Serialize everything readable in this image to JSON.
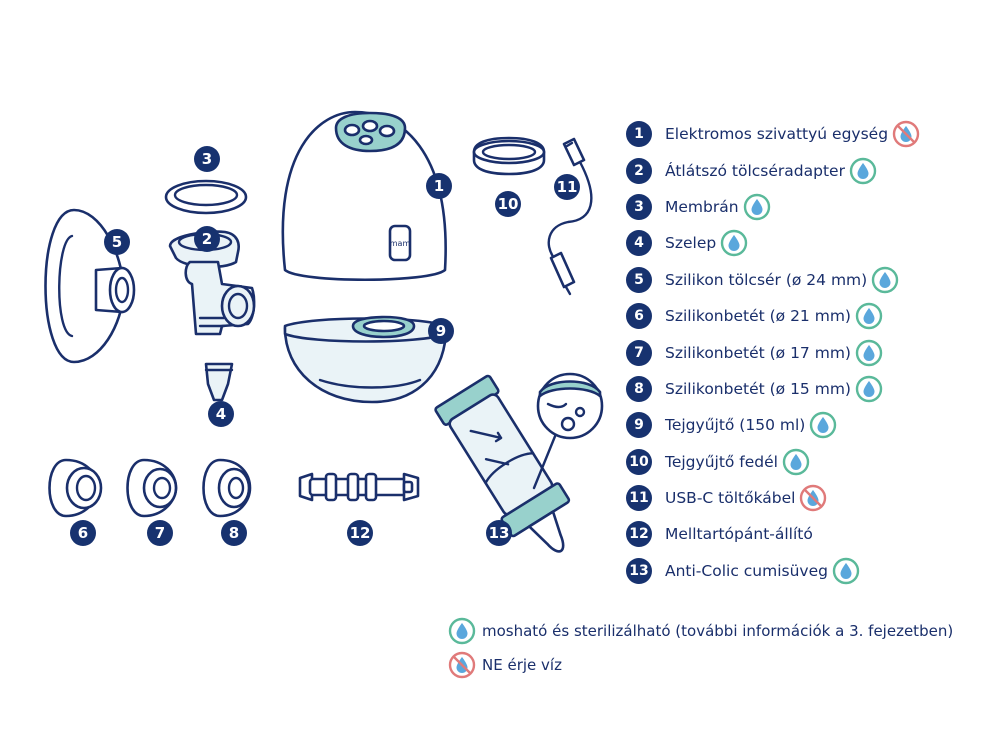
{
  "items": [
    {
      "num": "1",
      "label": "Elektromos szivattyú egység",
      "care": "no-water"
    },
    {
      "num": "2",
      "label": "Átlátszó tölcséradapter",
      "care": "washable"
    },
    {
      "num": "3",
      "label": "Membrán",
      "care": "washable"
    },
    {
      "num": "4",
      "label": "Szelep",
      "care": "washable"
    },
    {
      "num": "5",
      "label": "Szilikon tölcsér (ø 24 mm)",
      "care": "washable"
    },
    {
      "num": "6",
      "label": "Szilikonbetét (ø 21 mm)",
      "care": "washable"
    },
    {
      "num": "7",
      "label": "Szilikonbetét (ø 17 mm)",
      "care": "washable"
    },
    {
      "num": "8",
      "label": "Szilikonbetét (ø 15 mm)",
      "care": "washable"
    },
    {
      "num": "9",
      "label": "Tejgyűjtő (150 ml)",
      "care": "washable"
    },
    {
      "num": "10",
      "label": "Tejgyűjtő fedél",
      "care": "washable"
    },
    {
      "num": "11",
      "label": "USB-C töltőkábel",
      "care": "no-water"
    },
    {
      "num": "12",
      "label": "Melltartópánt-állító",
      "care": "none"
    },
    {
      "num": "13",
      "label": "Anti-Colic cumisüveg",
      "care": "washable"
    }
  ],
  "notes": {
    "washable": "mosható és sterilizálható (további információk a 3. fejezetben)",
    "no_water": "NE érje víz"
  },
  "device_brand": "mam",
  "icons": {
    "washable": "water-drop-green-circle-icon",
    "no_water": "crossed-water-drop-red-circle-icon"
  },
  "colors": {
    "navy": "#17326f",
    "mint": "#98d1cc",
    "washable_ring": "#5ab99a",
    "no_water_ring": "#e07a7a",
    "drop": "#5aa7dc"
  }
}
